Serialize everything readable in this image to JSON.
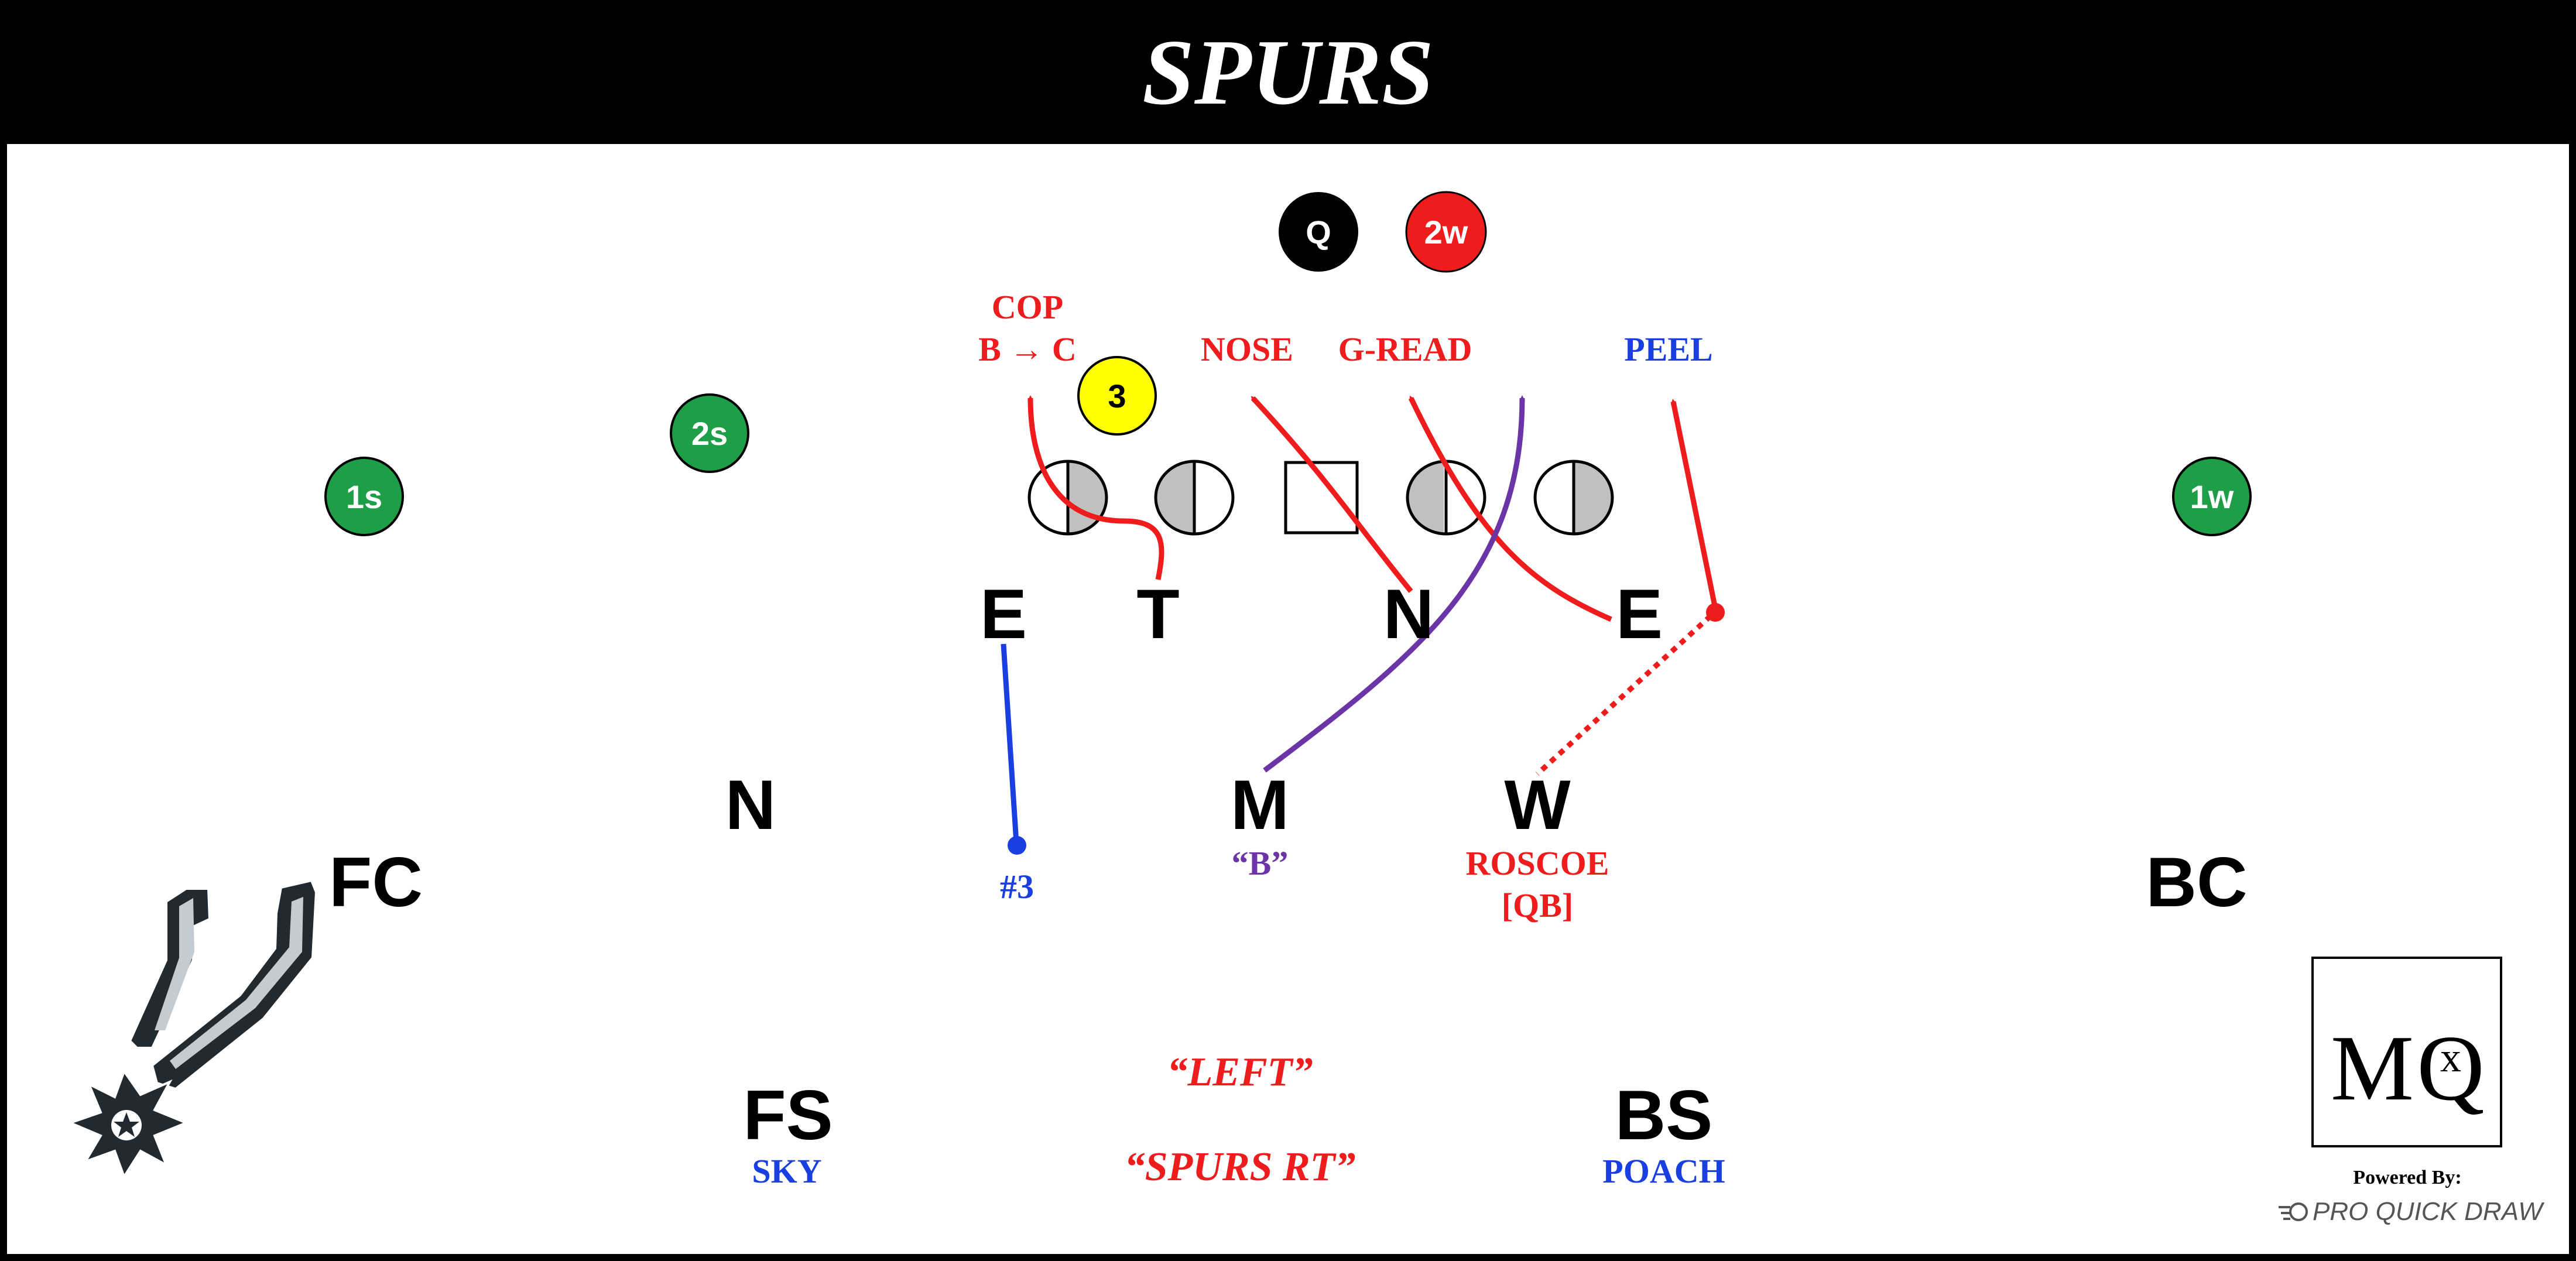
{
  "title": "SPURS",
  "colors": {
    "red": "#ee1c1c",
    "blue": "#1a3fe0",
    "purple": "#6b35a8",
    "green": "#1e9e46",
    "yellow": "#ffff00",
    "black": "#000000",
    "gray": "#c0c0c0"
  },
  "offense": {
    "q": "Q",
    "two_w": "2w",
    "three": "3",
    "two_s": "2s",
    "one_s": "1s",
    "one_w": "1w"
  },
  "defense": {
    "e_left": "E",
    "t": "T",
    "n_line": "N",
    "e_right": "E",
    "n_apex": "N",
    "m": "M",
    "w": "W",
    "fc": "FC",
    "bc": "BC",
    "fs": "FS",
    "bs": "BS"
  },
  "calls": {
    "cop_line1": "COP",
    "cop_line2": "B → C",
    "nose": "NOSE",
    "g_read": "G-READ",
    "peel": "PEEL",
    "three_label": "#3",
    "b_label": "“B”",
    "roscoe_line1": "ROSCOE",
    "roscoe_line2": "[QB]",
    "left_call": "“LEFT”",
    "spurs_rt_call": "“SPURS RT”",
    "sky": "SKY",
    "poach": "POACH"
  },
  "branding": {
    "mqx_m": "M",
    "mqx_q": "Q",
    "mqx_x": "x",
    "powered_by": "Powered By:",
    "pqd": "PRO QUICK DRAW"
  }
}
